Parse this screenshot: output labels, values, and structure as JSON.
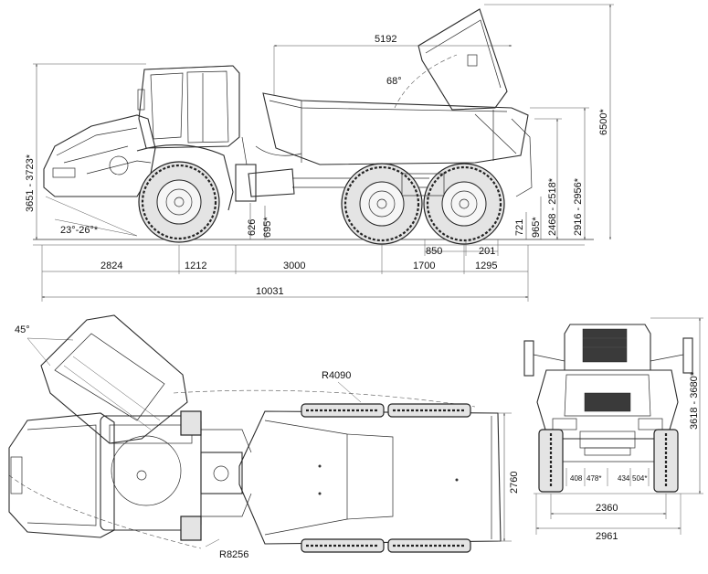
{
  "side_view": {
    "dim_dump_length": "5192",
    "dim_dump_angle": "68°",
    "dim_max_height": "6500*",
    "dim_cab_height": "3651 - 3723*",
    "dim_approach_angle": "23°-26°*",
    "dim_ground_626": "626",
    "dim_ground_695": "695*",
    "dim_body_2468": "2468 - 2518*",
    "dim_body_2916": "2916 - 2956*",
    "dim_965": "965*",
    "dim_721": "721",
    "dim_850": "850",
    "dim_201": "201",
    "dim_2824": "2824",
    "dim_1212": "1212",
    "dim_3000": "3000",
    "dim_1700": "1700",
    "dim_1295": "1295",
    "dim_total_length": "10031"
  },
  "top_view": {
    "dim_steer_angle": "45°",
    "dim_inner_radius": "R4090",
    "dim_outer_radius": "R8256",
    "dim_body_width": "2760"
  },
  "front_view": {
    "dim_height": "3618 - 3680*",
    "dim_408": "408",
    "dim_478": "478*",
    "dim_434": "434",
    "dim_504": "504*",
    "dim_track": "2360",
    "dim_width": "2961"
  }
}
